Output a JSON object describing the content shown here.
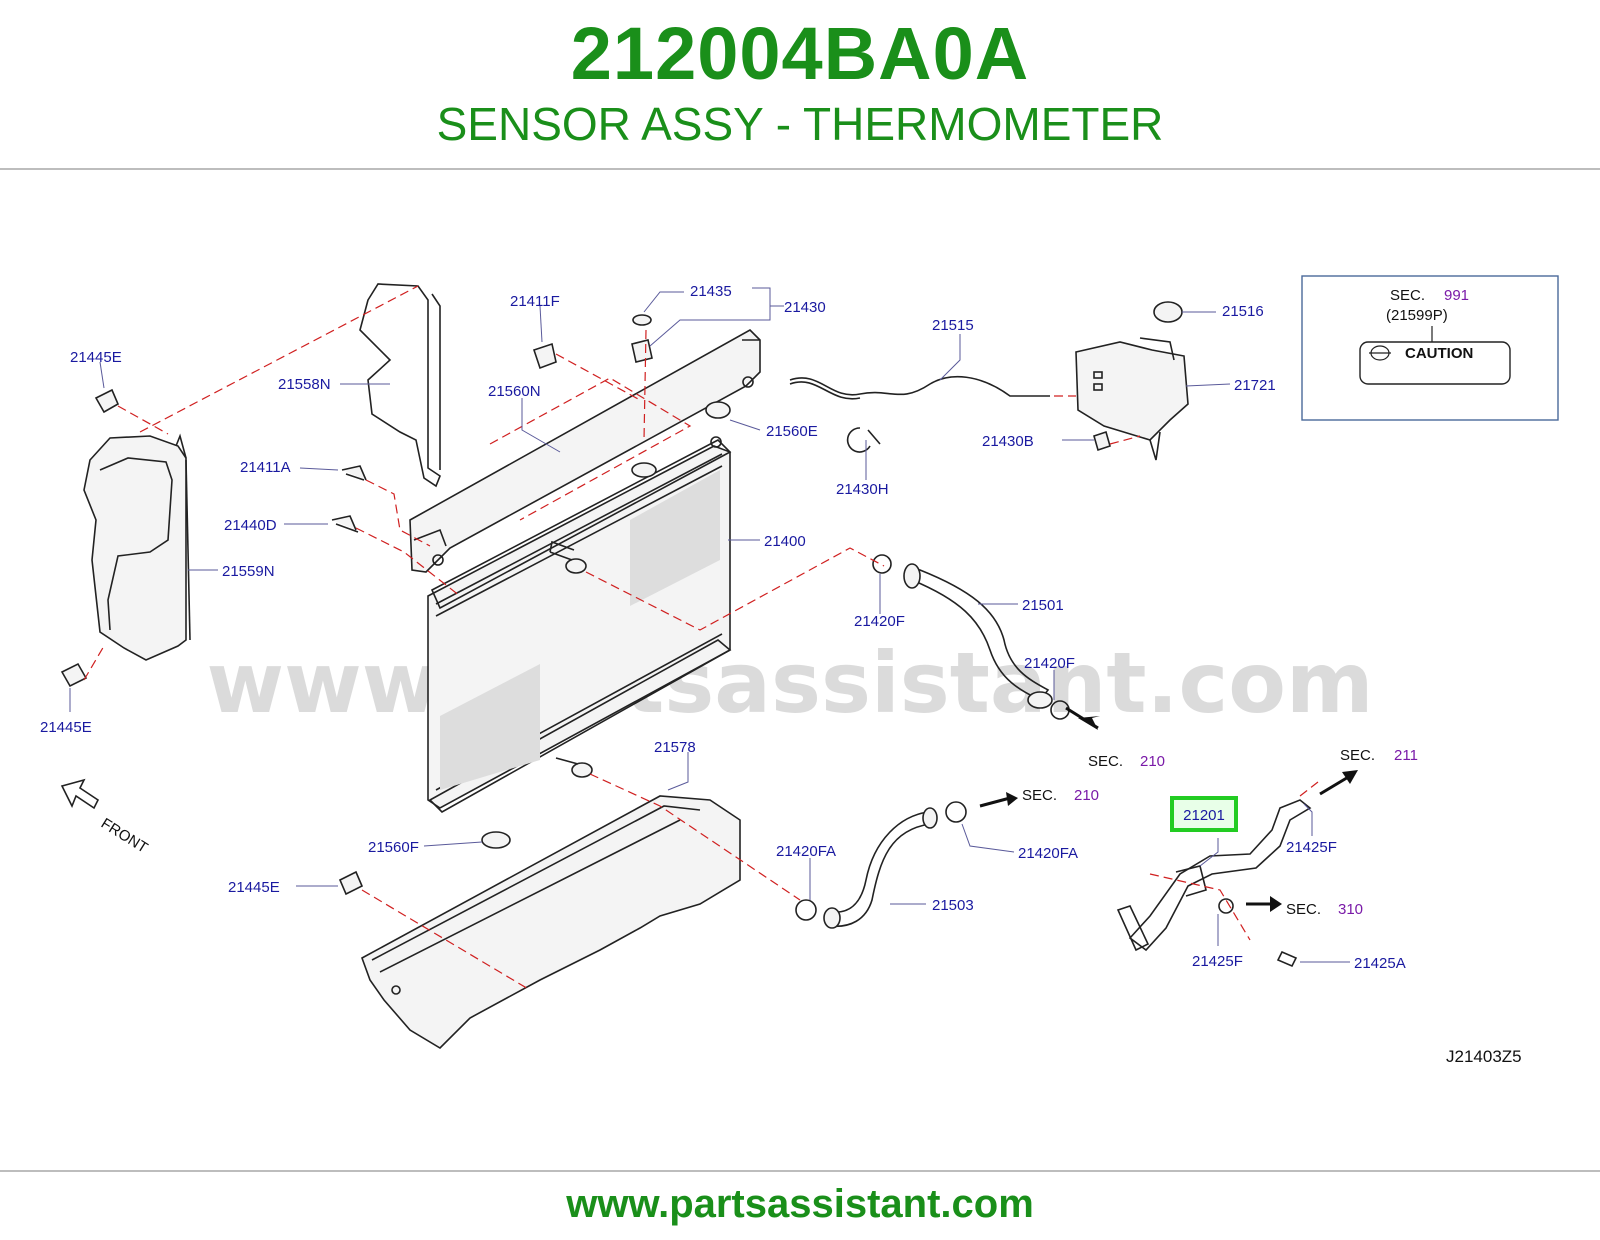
{
  "header": {
    "part_number": "212004BA0A",
    "description": "SENSOR ASSY - THERMOMETER"
  },
  "diagram": {
    "reference_code": "J21403Z5",
    "watermark": "www.partsassistant.com",
    "front_label": "FRONT",
    "highlighted_part": "21201",
    "caution_box": {
      "sec_label": "SEC.",
      "sec_number": "991",
      "part_ref": "(21599P)",
      "caution_label": "CAUTION"
    },
    "part_labels": [
      "21445E",
      "21558N",
      "21411F",
      "21435",
      "21430",
      "21560N",
      "21515",
      "21516",
      "21721",
      "21430B",
      "21560E",
      "21430H",
      "21411A",
      "21440D",
      "21400",
      "21559N",
      "21420F",
      "21501",
      "21420F",
      "21445E",
      "21578",
      "21560F",
      "21445E",
      "21420FA",
      "21420FA",
      "21503",
      "21425F",
      "21425F",
      "21425A"
    ],
    "sec_callouts": [
      {
        "label": "SEC.",
        "number": "210"
      },
      {
        "label": "SEC.",
        "number": "210"
      },
      {
        "label": "SEC.",
        "number": "211"
      },
      {
        "label": "SEC.",
        "number": "310"
      }
    ]
  },
  "footer": {
    "url": "www.partsassistant.com"
  },
  "colors": {
    "brand_green": "#1a8f1a",
    "label_blue": "#1a1aa0",
    "sec_purple": "#7a1aa8",
    "highlight_green": "#22cc22"
  }
}
